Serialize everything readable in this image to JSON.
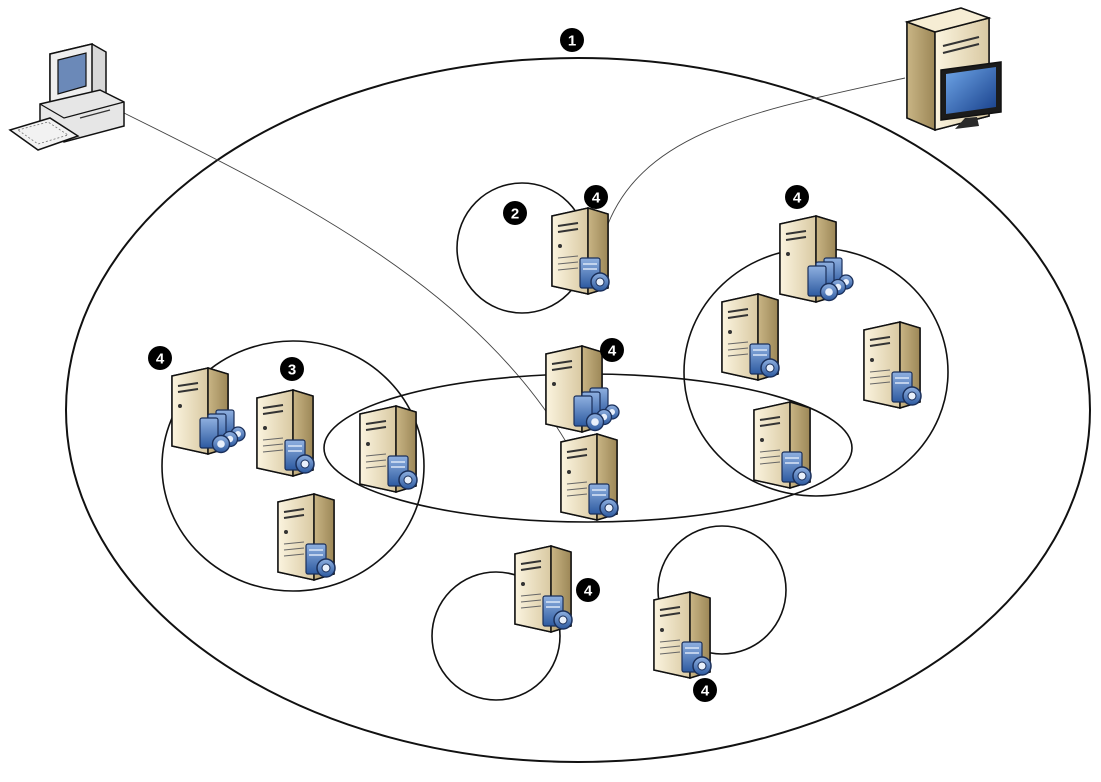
{
  "badges": {
    "b1": "1",
    "b2": "2",
    "b3": "3",
    "b4a": "4",
    "b4b": "4",
    "b4c": "4",
    "b4d": "4",
    "b4e": "4",
    "b4f": "4"
  },
  "icons": {
    "client": "desktop-computer-icon",
    "workstation": "server-with-monitor-icon",
    "server": "server-camera-icon",
    "server_cluster": "server-multi-camera-icon"
  },
  "colors": {
    "line": "#111111",
    "badge": "#000000",
    "server_body": "#e8dcc0",
    "server_side": "#b8a57a",
    "camera": "#3f6fb6"
  }
}
